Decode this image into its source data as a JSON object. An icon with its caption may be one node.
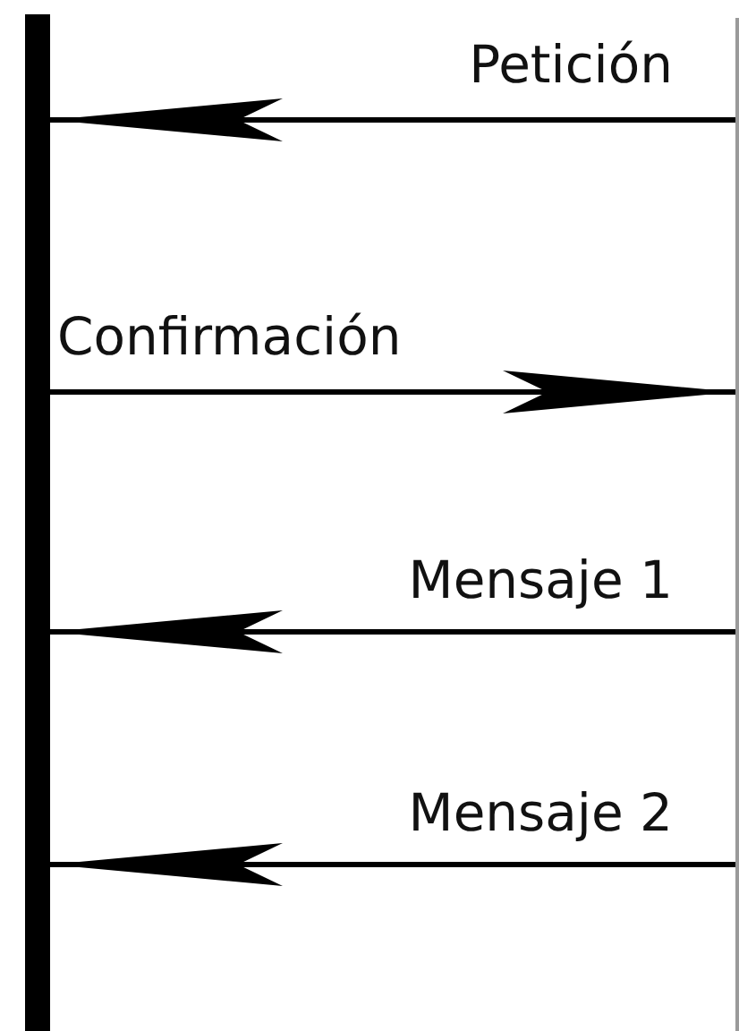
{
  "diagram": {
    "nodes": [
      {
        "text": [],
        "shape": "bar"
      },
      {
        "text": [],
        "shape": "bar"
      }
    ],
    "edges": [
      {
        "from": 1,
        "to": 0,
        "arrow": "to",
        "label": "Petición"
      },
      {
        "from": 0,
        "to": 1,
        "arrow": "to",
        "label": "Confirmación"
      },
      {
        "from": 1,
        "to": 0,
        "arrow": "to",
        "label": "Mensaje 1"
      },
      {
        "from": 1,
        "to": 0,
        "arrow": "to",
        "label": "Mensaje 2"
      }
    ]
  }
}
